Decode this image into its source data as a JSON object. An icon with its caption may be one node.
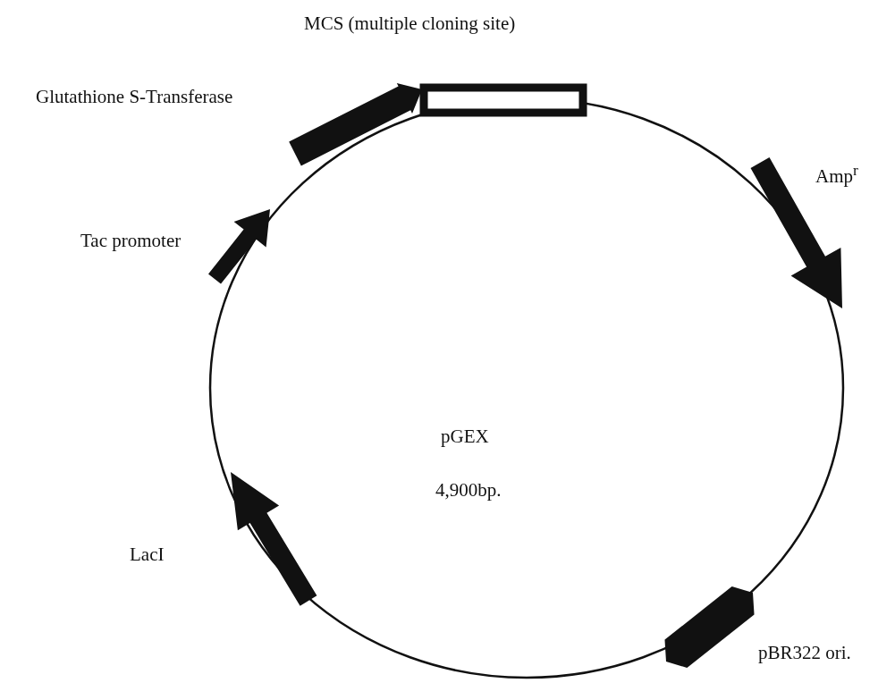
{
  "diagram": {
    "nodes": [
      {
        "text": [
          "pGEX",
          "4,900bp."
        ]
      },
      {
        "text": [],
        "shape": "box",
        "beside": [
          "MCS (multiple cloning site)"
        ]
      },
      {
        "text": [],
        "shape": "arrow",
        "beside": [
          "Glutathione S-Transferase"
        ]
      },
      {
        "text": [],
        "shape": "arrow",
        "beside": [
          "Tac promoter"
        ]
      },
      {
        "text": [],
        "shape": "arrow",
        "beside": [
          "Amp$^{r}$"
        ]
      },
      {
        "text": [],
        "shape": "arrow",
        "beside": [
          "LacI"
        ]
      },
      {
        "text": [],
        "shape": "bar",
        "beside": [
          "pBR322 ori."
        ]
      }
    ],
    "edges": []
  }
}
